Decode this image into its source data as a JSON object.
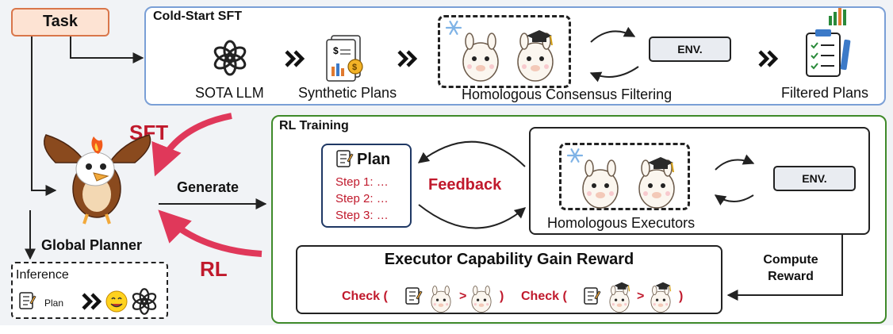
{
  "task": "Task",
  "cold_start": {
    "title": "Cold-Start SFT",
    "sota_llm": "SOTA LLM",
    "synthetic_plans": "Synthetic Plans",
    "consensus": "Homologous Consensus Filtering",
    "env": "ENV.",
    "filtered_plans": "Filtered Plans"
  },
  "sft": "SFT",
  "rl": "RL",
  "generate": "Generate",
  "global_planner": "Global Planner",
  "inference": {
    "title": "Inference",
    "plan": "Plan"
  },
  "rl_training": {
    "title": "RL Training",
    "plan_title": "Plan",
    "steps": [
      "Step 1: …",
      "Step 2: …",
      "Step 3: …"
    ],
    "feedback": "Feedback",
    "executors": "Homologous Executors",
    "env": "ENV.",
    "reward_title": "Executor Capability Gain Reward",
    "check": "Check (",
    "gt": ">",
    "close": ")",
    "compute_reward_1": "Compute",
    "compute_reward_2": "Reward"
  },
  "colors": {
    "task_fill": "#fde3d3",
    "task_border": "#d9764a",
    "cold_start_border": "#7a9fd6",
    "rl_border": "#3f8a2a",
    "accent_red": "#c0192c",
    "arrow_pink": "#e0385a",
    "env_fill": "#e9ecf1"
  },
  "icons": [
    "openai-logo-icon",
    "invoice-icon",
    "llama-icon",
    "graduation-cap-icon",
    "snowflake-icon",
    "checklist-icon",
    "eagle-mascot-icon",
    "hugging-face-icon",
    "document-icon"
  ]
}
